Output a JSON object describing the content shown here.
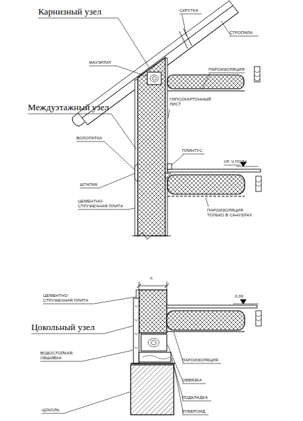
{
  "diagram": {
    "labels": [
      "Карнизный узел",
      "СКРУТКА",
      "СТРОПИЛА",
      "МАУЭРЛАТ",
      "ПАРОИЗОЛЯЦИЯ",
      "Междуэтажный узел",
      "ГИПСОКАРТОННЫЙ ЛИСТ",
      "ВОЛОПАТКА",
      "ПЛИНТУС",
      "УР. Ч ПОЛА",
      "ШТАПИК",
      "ЦЕМЕНТНО-СТРУЖЕЧНАЯ ПЛИТА",
      "ПАРОИЗОЛЯЦИЯ ТОЛЬКО В САНУЗЛАХ",
      "ЦЕМЕНТНО-СТРУЖЕЧНАЯ ПЛИТА",
      "h",
      "0.00",
      "Цокольный узел",
      "ВОДОСТОЙКАЯ ОБШИВКА",
      "ПАРОИЗОЛЯЦИЯ",
      "ОБВЯЗКА",
      "ПОДКЛАДКА",
      "ЦОКОЛЬ",
      "РУБЕРОИД"
    ]
  }
}
